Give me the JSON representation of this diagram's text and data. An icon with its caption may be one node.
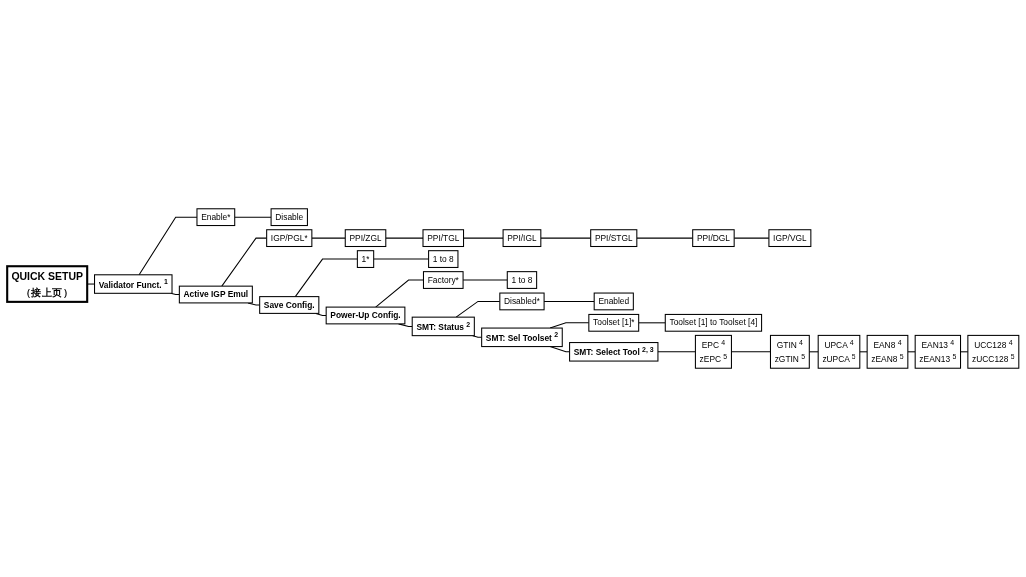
{
  "diagram": {
    "nodes": [
      {
        "text": [
          "QUICK SETUP",
          "（接上页）"
        ]
      },
      {
        "text": [
          "Validator Funct. $^{1}$"
        ]
      },
      {
        "text": [
          "Enable*"
        ]
      },
      {
        "text": [
          "Disable"
        ]
      },
      {
        "text": [
          "Active IGP Emul"
        ]
      },
      {
        "text": [
          "IGP/PGL*"
        ]
      },
      {
        "text": [
          "PPI/ZGL"
        ]
      },
      {
        "text": [
          "PPI/TGL"
        ]
      },
      {
        "text": [
          "PPI/IGL"
        ]
      },
      {
        "text": [
          "PPI/STGL"
        ]
      },
      {
        "text": [
          "PPI/DGL"
        ]
      },
      {
        "text": [
          "IGP/VGL"
        ]
      },
      {
        "text": [
          "Save Config."
        ]
      },
      {
        "text": [
          "1*"
        ]
      },
      {
        "text": [
          "1 to 8"
        ]
      },
      {
        "text": [
          "Power-Up Config."
        ]
      },
      {
        "text": [
          "Factory*"
        ]
      },
      {
        "text": [
          "1 to 8"
        ]
      },
      {
        "text": [
          "SMT: Status $^{2}$"
        ]
      },
      {
        "text": [
          "Disabled*"
        ]
      },
      {
        "text": [
          "Enabled"
        ]
      },
      {
        "text": [
          "SMT: Sel Toolset $^{2}$"
        ]
      },
      {
        "text": [
          "Toolset [1]*"
        ]
      },
      {
        "text": [
          "Toolset [1] to Toolset [4]"
        ]
      },
      {
        "text": [
          "SMT: Select Tool $^{2, 3}$"
        ]
      },
      {
        "text": [
          "EPC $^{4}$",
          "zEPC $^{5}$"
        ]
      },
      {
        "text": [
          "GTIN $^{4}$",
          "zGTIN $^{5}$"
        ]
      },
      {
        "text": [
          "UPCA $^{4}$",
          "zUPCA $^{5}$"
        ]
      },
      {
        "text": [
          "EAN8 $^{4}$",
          "zEAN8 $^{5}$"
        ]
      },
      {
        "text": [
          "EAN13 $^{4}$",
          "zEAN13 $^{5}$"
        ]
      },
      {
        "text": [
          "UCC128 $^{4}$",
          "zUCC128 $^{5}$"
        ]
      }
    ],
    "edges": [
      {
        "from": 0,
        "to": 1,
        "arrow": "none"
      },
      {
        "from": 1,
        "to": 2,
        "arrow": "none"
      },
      {
        "from": 2,
        "to": 3,
        "arrow": "none"
      },
      {
        "from": 1,
        "to": 4,
        "arrow": "none"
      },
      {
        "from": 4,
        "to": 5,
        "arrow": "none"
      },
      {
        "from": 5,
        "to": 6,
        "arrow": "none"
      },
      {
        "from": 6,
        "to": 7,
        "arrow": "none"
      },
      {
        "from": 7,
        "to": 8,
        "arrow": "none"
      },
      {
        "from": 8,
        "to": 9,
        "arrow": "none"
      },
      {
        "from": 9,
        "to": 10,
        "arrow": "none"
      },
      {
        "from": 10,
        "to": 11,
        "arrow": "none"
      },
      {
        "from": 4,
        "to": 12,
        "arrow": "none"
      },
      {
        "from": 12,
        "to": 13,
        "arrow": "none"
      },
      {
        "from": 13,
        "to": 14,
        "arrow": "none"
      },
      {
        "from": 12,
        "to": 15,
        "arrow": "none"
      },
      {
        "from": 15,
        "to": 16,
        "arrow": "none"
      },
      {
        "from": 16,
        "to": 17,
        "arrow": "none"
      },
      {
        "from": 15,
        "to": 18,
        "arrow": "none"
      },
      {
        "from": 18,
        "to": 19,
        "arrow": "none"
      },
      {
        "from": 19,
        "to": 20,
        "arrow": "none"
      },
      {
        "from": 18,
        "to": 21,
        "arrow": "none"
      },
      {
        "from": 21,
        "to": 22,
        "arrow": "none"
      },
      {
        "from": 22,
        "to": 23,
        "arrow": "none"
      },
      {
        "from": 21,
        "to": 24,
        "arrow": "none"
      },
      {
        "from": 24,
        "to": 25,
        "arrow": "none"
      },
      {
        "from": 25,
        "to": 26,
        "arrow": "none"
      },
      {
        "from": 26,
        "to": 27,
        "arrow": "none"
      },
      {
        "from": 27,
        "to": 28,
        "arrow": "none"
      },
      {
        "from": 28,
        "to": 29,
        "arrow": "none"
      },
      {
        "from": 29,
        "to": 30,
        "arrow": "none"
      }
    ]
  }
}
